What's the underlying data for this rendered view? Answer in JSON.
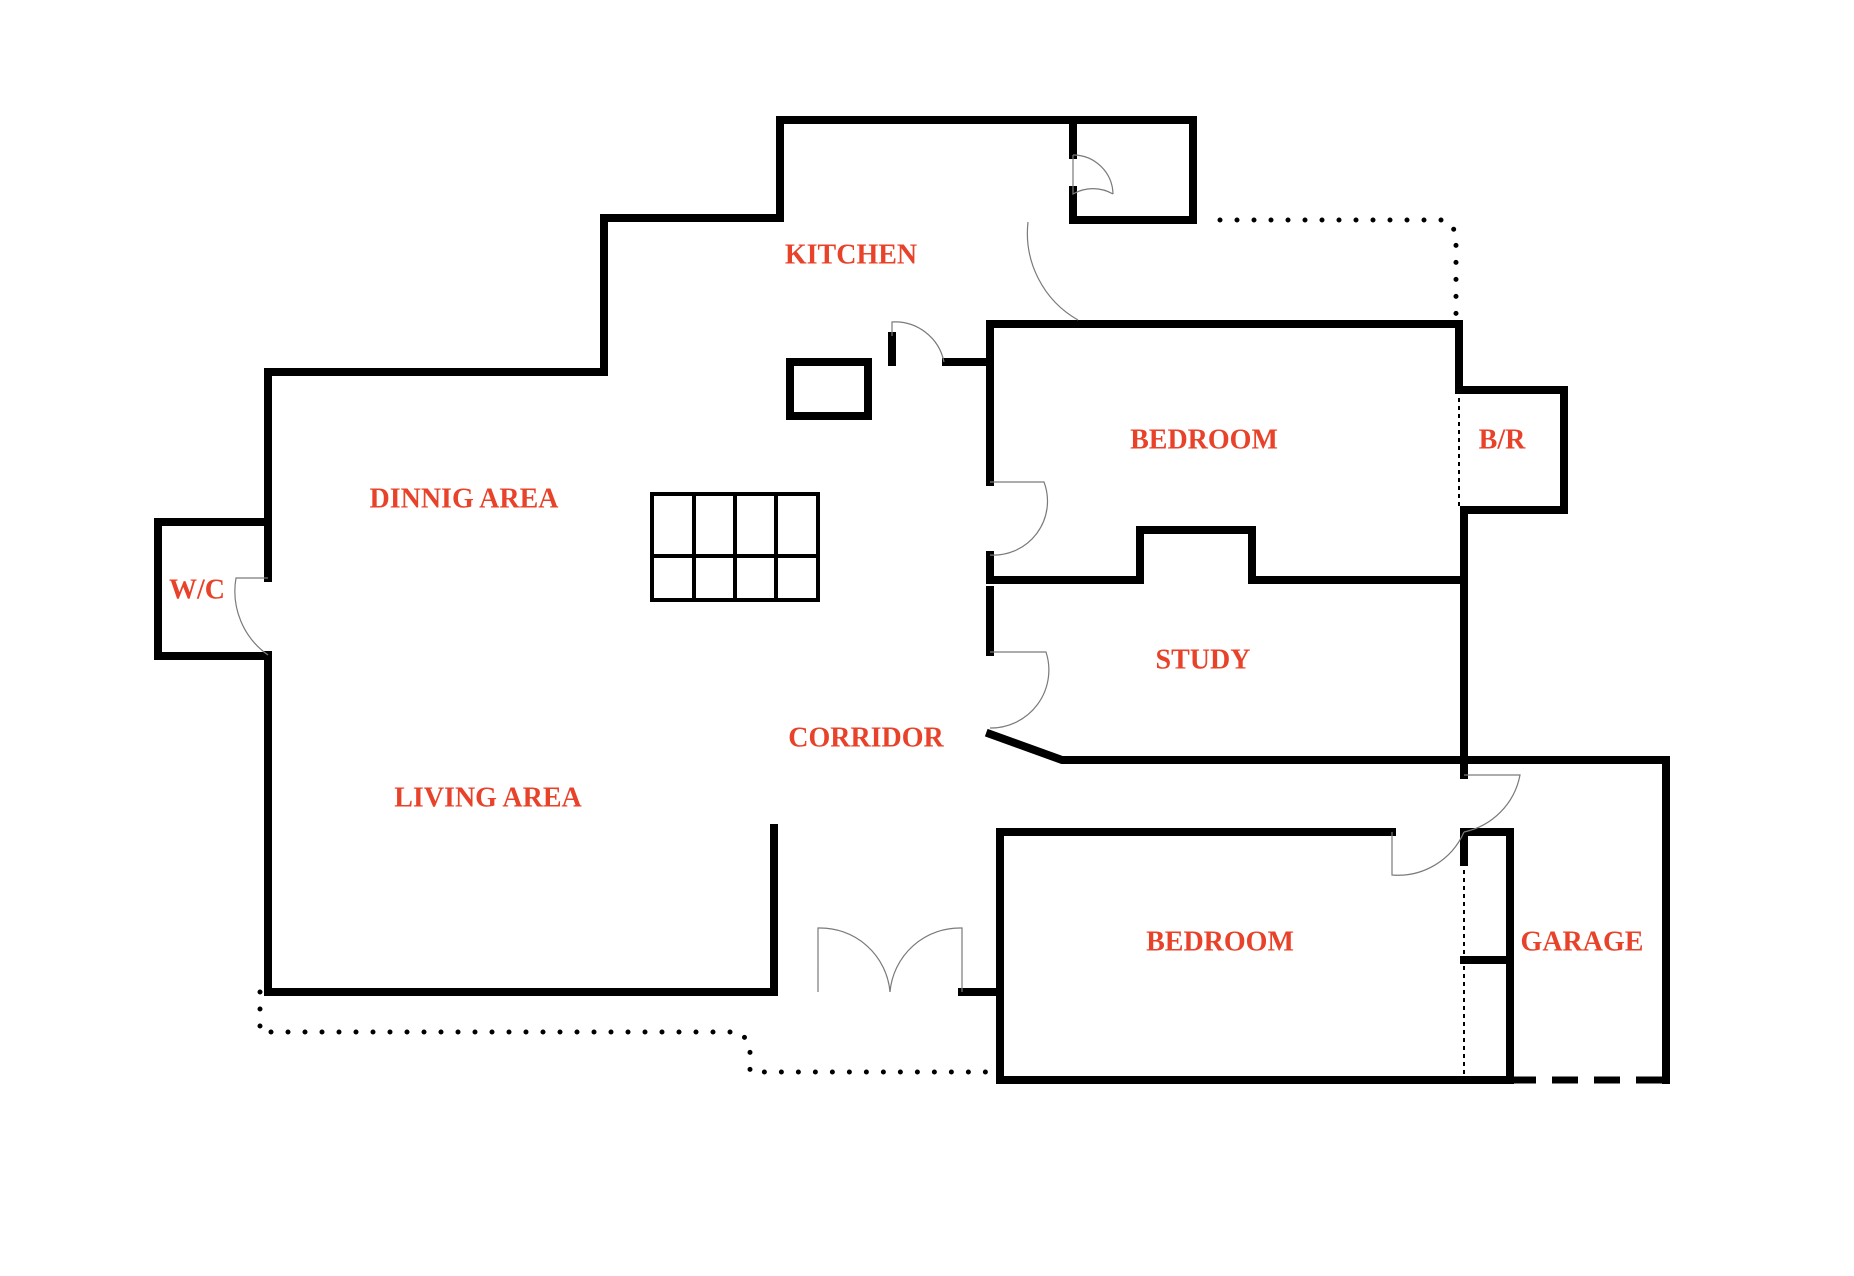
{
  "rooms": {
    "kitchen": "KITCHEN",
    "dining": "DINNIG AREA",
    "wc": "W/C",
    "living": "LIVING AREA",
    "corridor": "CORRIDOR",
    "bedroom_top": "BEDROOM",
    "br": "B/R",
    "study": "STUDY",
    "bedroom_bottom": "BEDROOM",
    "garage": "GARAGE"
  },
  "colors": {
    "label": "#e8432a",
    "wall": "#000000",
    "background": "#ffffff"
  }
}
